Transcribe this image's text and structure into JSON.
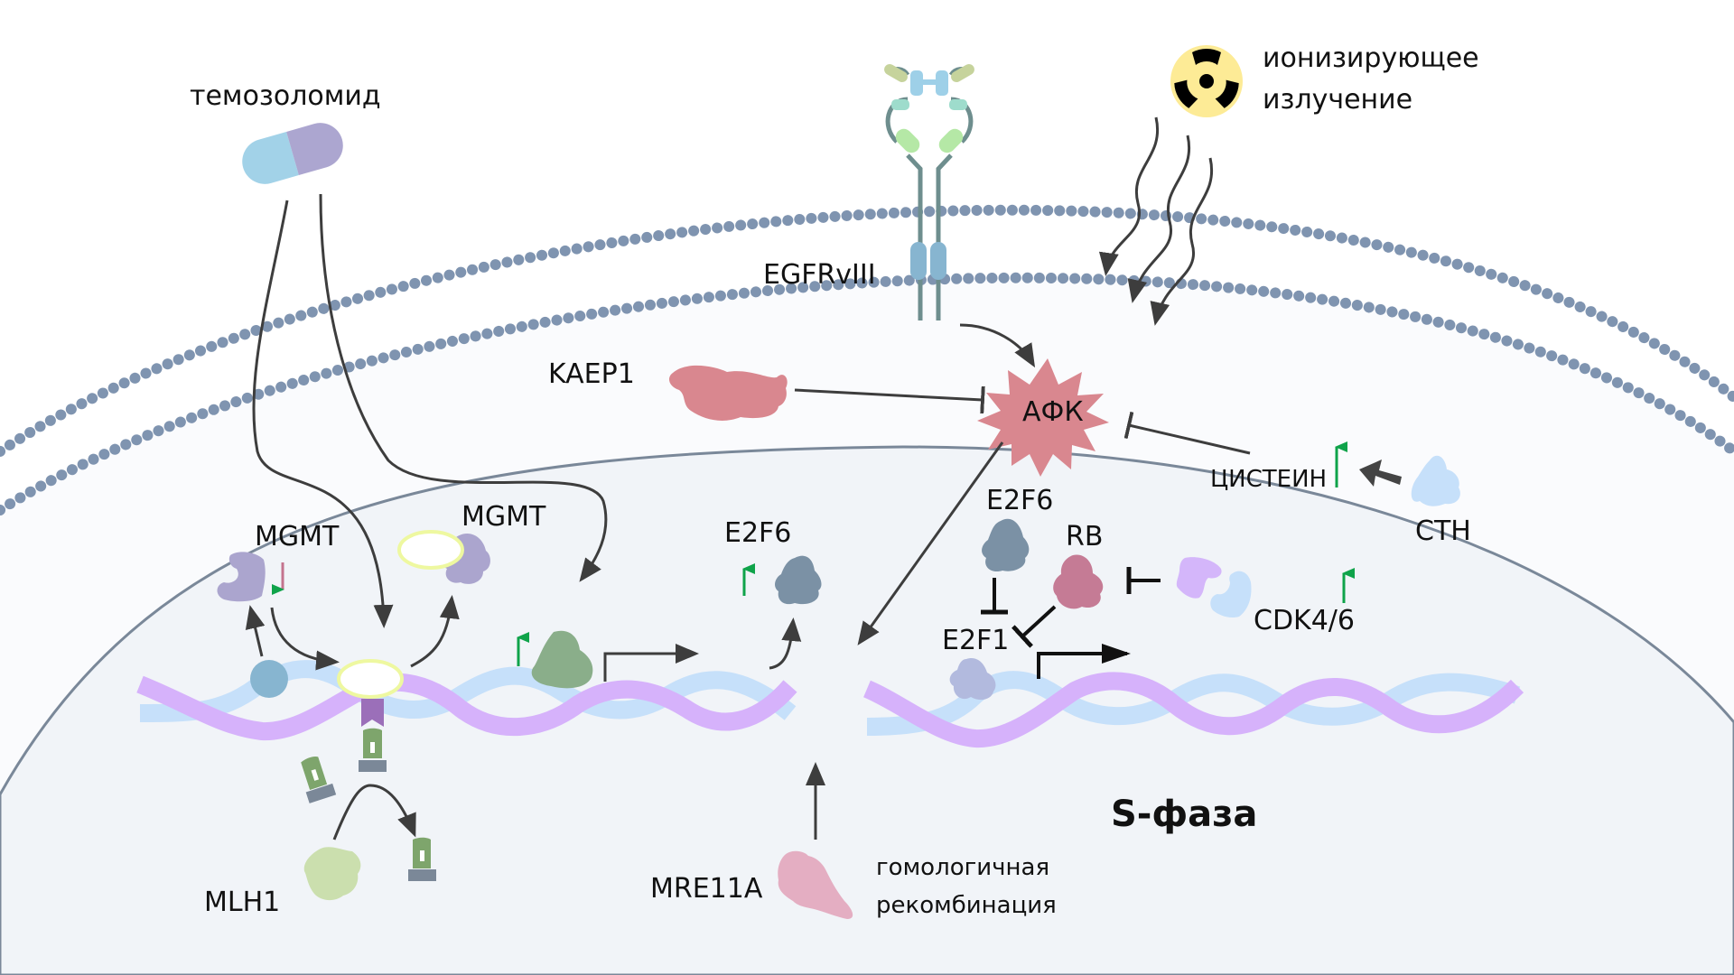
{
  "title": "Темозоломид, ионизирующее излучение и пути репарации ДНК в S-фазе",
  "labels": {
    "temozolomide": "темозоломид",
    "radiation_line1": "ионизирующее",
    "radiation_line2": "излучение",
    "egfr": "EGFRvIII",
    "keap1": "KAEP1",
    "ros": "АФК",
    "cysteine": "ЦИСТЕИН",
    "cth": "CTH",
    "mgmt_left": "MGMT",
    "mgmt_right": "MGMT",
    "e2f6_mid": "E2F6",
    "e2f6_right": "E2F6",
    "rb": "RB",
    "e2f1": "E2F1",
    "cdk46": "CDK4/6",
    "mlh1": "MLH1",
    "mre11a": "MRE11A",
    "hr_line1": "гомологичная",
    "hr_line2": "рекомбинация",
    "phase": "S-фаза"
  },
  "regulation": {
    "mgmt_left": "down",
    "cysteine": "up",
    "cdk46": "up",
    "e2f6_mid": "up",
    "dna_binding_protein": "up"
  },
  "icons": {
    "pill": "pill-icon",
    "radiation": "radiation-icon",
    "receptor": "egfr-receptor-icon"
  },
  "colors": {
    "membrane": "#7f94b0",
    "cytoplasm": "#fafbfd",
    "nucleoplasm": "#f1f4f8",
    "nuclear_envelope": "#7a8899",
    "arrow": "#3d3d3d",
    "up_arrow": "#0fa34a",
    "down_arrow": "#c4738e",
    "dna_strand_a": "#d6b2fb",
    "dna_strand_b": "#c6e0fa",
    "ros": "#d9878f",
    "keap1": "#d9878f",
    "mgmt": "#aba5ce",
    "e2f6": "#7b91a5",
    "rb": "#c57b95",
    "e2f1": "#b2bade",
    "cth": "#c6e0fa",
    "mlh1": "#cbdfae",
    "mre11a": "#e4aec2",
    "green_protein": "#8aae8a",
    "radiation_bg": "#fdeb96"
  }
}
